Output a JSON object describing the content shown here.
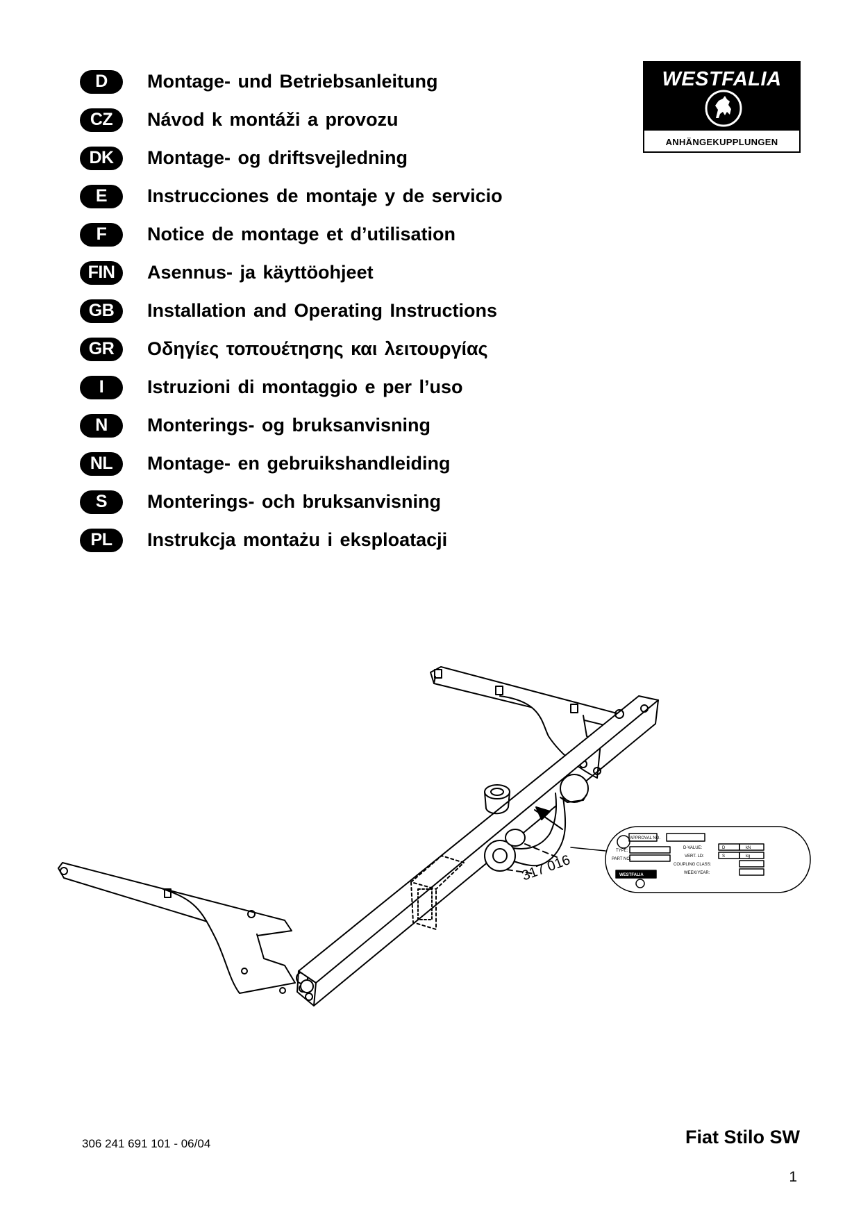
{
  "languages": [
    {
      "code": "D",
      "title": "Montage- und Betriebsanleitung"
    },
    {
      "code": "CZ",
      "title": "Návod k montáži a provozu"
    },
    {
      "code": "DK",
      "title": "Montage- og driftsvejledning"
    },
    {
      "code": "E",
      "title": "Instrucciones de montaje y de servicio"
    },
    {
      "code": "F",
      "title": "Notice de montage et d’utilisation"
    },
    {
      "code": "FIN",
      "title": "Asennus- ja käyttöohjeet"
    },
    {
      "code": "GB",
      "title": "Installation and Operating Instructions"
    },
    {
      "code": "GR",
      "title": "Οδηγίες τοπουέτησης και λειτουργίας"
    },
    {
      "code": "I",
      "title": "Istruzioni di montaggio e per l’uso"
    },
    {
      "code": "N",
      "title": "Monterings- og bruksanvisning"
    },
    {
      "code": "NL",
      "title": "Montage- en gebruikshandleiding"
    },
    {
      "code": "S",
      "title": "Monterings- och bruksanvisning"
    },
    {
      "code": "PL",
      "title": "Instrukcja montażu i eksploatacji"
    }
  ],
  "logo": {
    "brand": "WESTFALIA",
    "subtitle": "ANHÄNGEKUPPLUNGEN",
    "emblem": "horse-emblem-icon"
  },
  "drawing": {
    "part_number": "317 016",
    "plate": {
      "approval_no": "APPROVAL NO.",
      "type": "TYPE:",
      "part_no": "PART NO.",
      "d_value": "D-VALUE:",
      "d": "D",
      "kn": "kN",
      "vert_ld": "VERT. LD:",
      "s": "S",
      "kg": "kg",
      "coupling_class": "COUPLING CLASS:",
      "week_year": "WEEK/YEAR:",
      "brand": "WESTFALIA"
    }
  },
  "footer": {
    "doc_number": "306 241 691 101 - 06/04",
    "vehicle": "Fiat Stilo SW",
    "page": "1"
  }
}
